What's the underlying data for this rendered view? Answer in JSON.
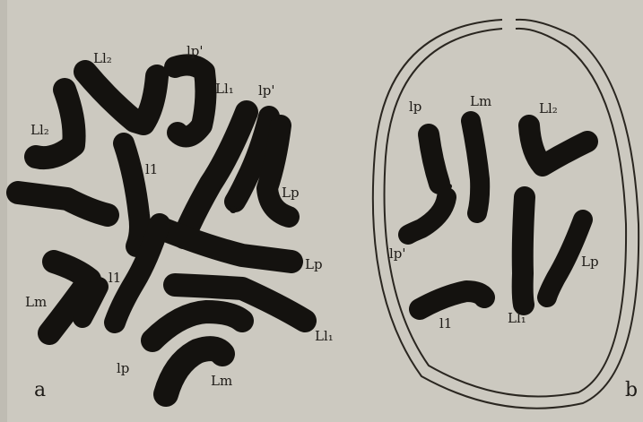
{
  "panel_a": {
    "letter": "a",
    "labels": {
      "ll2_top": "Ll₂",
      "lp_prime_top": "lp'",
      "ll2_left": "Ll₂",
      "ll1_top": "Ll₁",
      "lp_prime_right": "lp'",
      "l1_upper": "l1",
      "lp_right1": "Lp",
      "lp_right2": "Lp",
      "l1_lower": "l1",
      "lm_left": "Lm",
      "ll1_right": "Ll₁",
      "lp_bottom": "lp",
      "lm_bottom": "Lm"
    }
  },
  "panel_b": {
    "letter": "b",
    "labels": {
      "lp_top": "lp",
      "lm_top": "Lm",
      "ll2_top": "Ll₂",
      "lp_prime": "lp'",
      "lp_right": "Lp",
      "l1_bottom": "l1",
      "ll1_bottom": "Ll₁"
    }
  },
  "colors": {
    "paper": "#ccc9c0",
    "chromosome": "#14120f",
    "ink": "#1e1b17"
  }
}
